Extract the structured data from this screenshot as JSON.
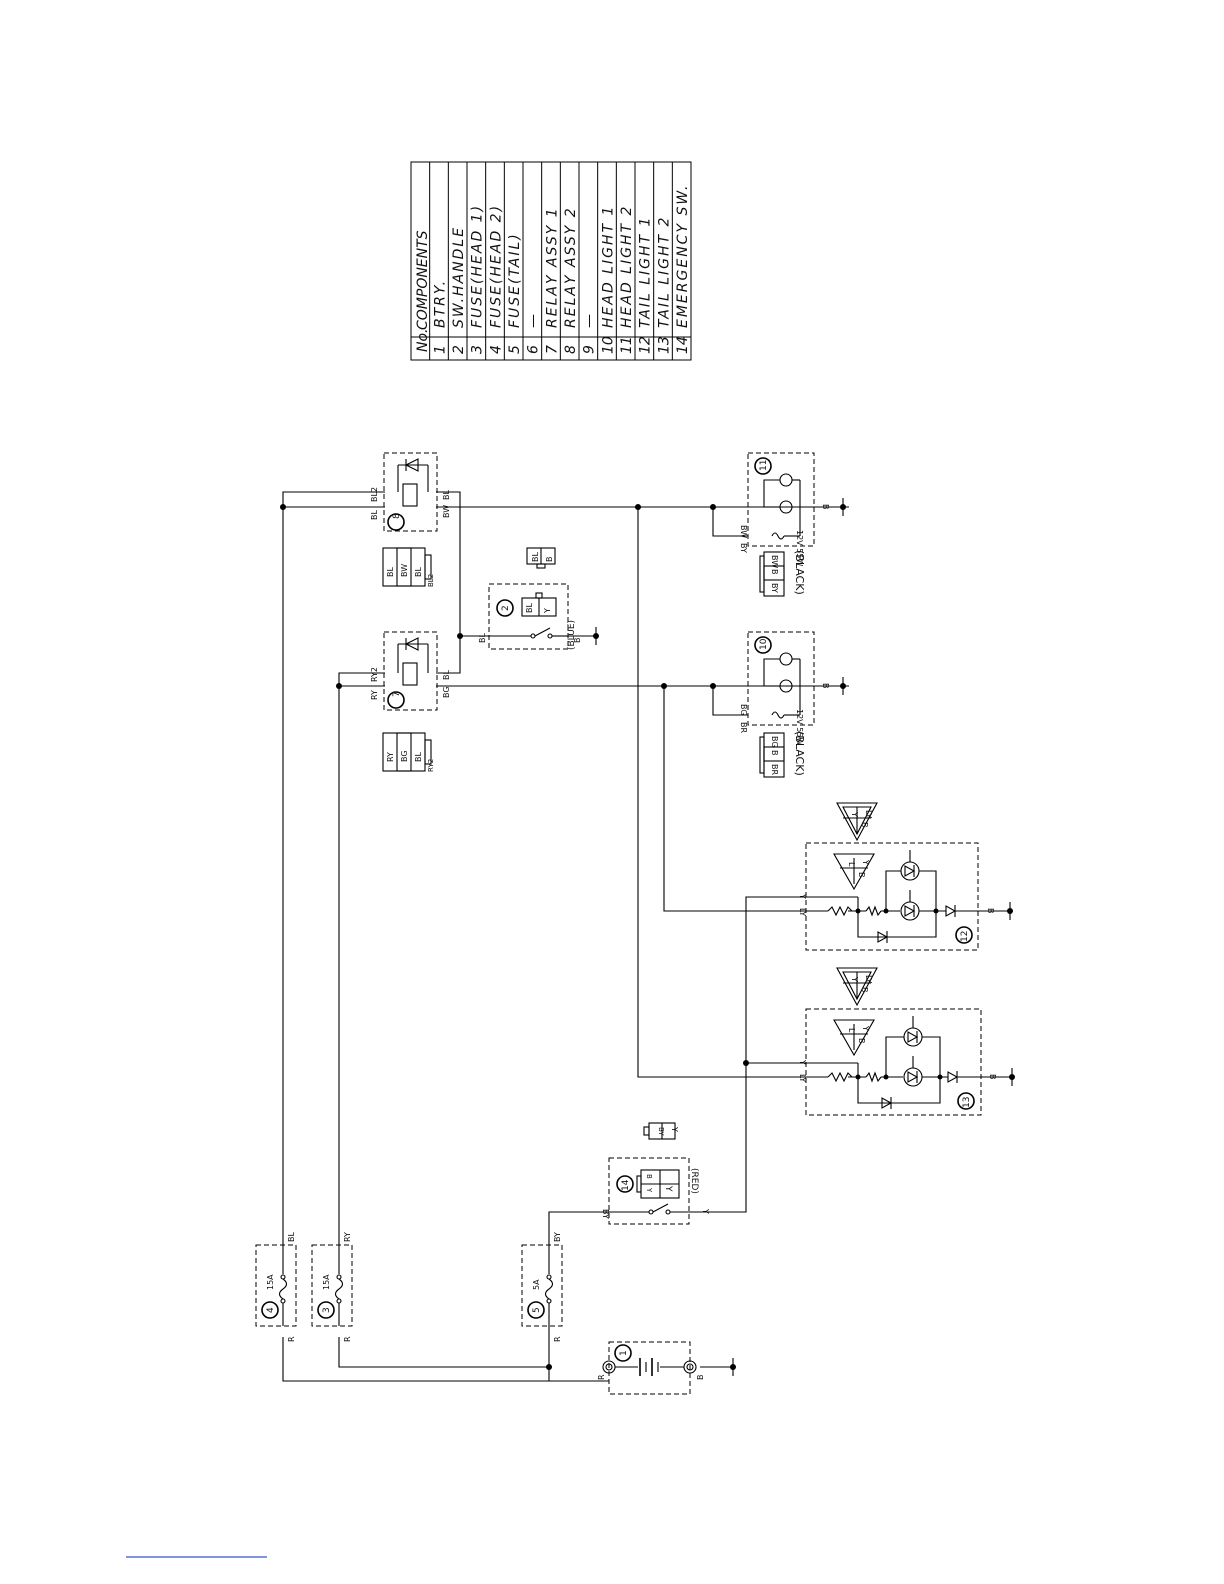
{
  "table": {
    "header_no": "No.",
    "header_components": "COMPONENTS",
    "rows": [
      {
        "no": "1",
        "name": "BTRY."
      },
      {
        "no": "2",
        "name": "SW.HANDLE"
      },
      {
        "no": "3",
        "name": "FUSE(HEAD 1)"
      },
      {
        "no": "4",
        "name": "FUSE(HEAD 2)"
      },
      {
        "no": "5",
        "name": "FUSE(TAIL)"
      },
      {
        "no": "6",
        "name": "—"
      },
      {
        "no": "7",
        "name": "RELAY ASSY 1"
      },
      {
        "no": "8",
        "name": "RELAY ASSY 2"
      },
      {
        "no": "9",
        "name": "—"
      },
      {
        "no": "10",
        "name": "HEAD LIGHT 1"
      },
      {
        "no": "11",
        "name": "HEAD LIGHT 2"
      },
      {
        "no": "12",
        "name": "TAIL LIGHT 1"
      },
      {
        "no": "13",
        "name": "TAIL LIGHT 2"
      },
      {
        "no": "14",
        "name": "EMERGENCY SW."
      }
    ]
  },
  "components": {
    "c1": "1",
    "c2": "2",
    "c3": "3",
    "c4": "4",
    "c5": "5",
    "c7": "7",
    "c8": "8",
    "c10": "10",
    "c11": "11",
    "c12": "12",
    "c13": "13",
    "c14": "14"
  },
  "fuse_ratings": {
    "head1": "15A",
    "head2": "15A",
    "tail": "5A"
  },
  "bulb_ratings": {
    "head1": "12V 55W",
    "head2": "12V 55W"
  },
  "connector_colors": {
    "head1": "(BLACK)",
    "head2": "(BLACK)",
    "sw_handle": "(BLUE)",
    "emergency": "(RED)"
  },
  "wires": {
    "R": "R",
    "B": "B",
    "BL": "BL",
    "RY": "RY",
    "BY": "BY",
    "Y": "Y",
    "BG": "BG",
    "BW": "BW",
    "BR": "BR",
    "LY": "LY",
    "BL2": "BL2",
    "RY2": "RY2",
    "L": "L"
  },
  "connectors": {
    "relay1": [
      "RY",
      "BG",
      "BL"
    ],
    "relay1_side": "RY2",
    "relay2": [
      "BL",
      "BW",
      "BL"
    ],
    "relay2_side": "BL2",
    "sw_handle": [
      "BL",
      "B"
    ],
    "sw_handle_inner": [
      "BL",
      "Y"
    ],
    "head1": [
      "BG",
      "B",
      "BR"
    ],
    "head2": [
      "BW",
      "B",
      "BY"
    ],
    "tail_top": [
      "Y",
      "LY",
      "B"
    ],
    "tail_inner": [
      "L",
      "Y",
      "B"
    ],
    "emergency": [
      "BY",
      "Y"
    ],
    "emergency_inner": [
      "B",
      "Y",
      "Y"
    ]
  },
  "colors": {
    "line": "#000000",
    "background": "#ffffff",
    "footer_rule": "#3355cc"
  }
}
